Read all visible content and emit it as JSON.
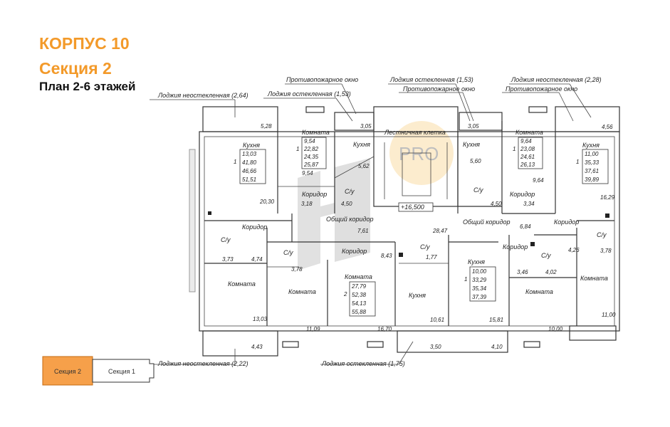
{
  "titles": {
    "building": "КОРПУС 10",
    "section": "Секция 2",
    "plan": "План 2-6 этажей"
  },
  "callouts": [
    "Лоджия неостекленная (2,64)",
    "Противопожарное окно",
    "Лоджия остекленная (1,53)",
    "Лоджия остекленная (1,53)",
    "Противопожарное окно",
    "Лоджия неостекленная (2,28)",
    "Противопожарное окно",
    "Лоджия неостекленная (2,22)",
    "Лоджия остекленная (1,75)"
  ],
  "rooms": {
    "kitchen": "Кухня",
    "room": "Комната",
    "bath": "С/у",
    "corridor": "Коридор",
    "common_corridor": "Общий коридор",
    "stair": "Лестничная клетка"
  },
  "level_mark": "+16,500",
  "areas": [
    "5,28",
    "3,05",
    "3,05",
    "4,56",
    "5,62",
    "9,54",
    "5,60",
    "9,64",
    "20,30",
    "4,50",
    "4,50",
    "3,18",
    "3,34",
    "16,29",
    "7,61",
    "28,47",
    "6,84",
    "3,73",
    "4,74",
    "8,43",
    "1,77",
    "4,26",
    "3,78",
    "3,78",
    "3,46",
    "4,02",
    "13,03",
    "11,09",
    "16,70",
    "10,61",
    "15,81",
    "10,00",
    "11,00",
    "4,43",
    "3,50",
    "4,10"
  ],
  "apt_tables": [
    {
      "n": "1",
      "v": [
        "13,03",
        "41,80",
        "46,66",
        "51,51"
      ]
    },
    {
      "n": "1",
      "v": [
        "9,54",
        "22,82",
        "24,35",
        "25,87"
      ]
    },
    {
      "n": "1",
      "v": [
        "9,64",
        "23,08",
        "24,61",
        "26,13"
      ]
    },
    {
      "n": "1",
      "v": [
        "11,00",
        "35,33",
        "37,61",
        "39,89"
      ]
    },
    {
      "n": "2",
      "v": [
        "27,79",
        "52,38",
        "54,13",
        "55,88"
      ]
    },
    {
      "n": "1",
      "v": [
        "10,00",
        "33,29",
        "35,34",
        "37,39"
      ]
    }
  ],
  "watermark": "PRO",
  "key_plan": {
    "active": "Секция 2",
    "other": "Секция 1"
  },
  "colors": {
    "accent": "#f39a2a",
    "active_section": "#f6a04a"
  }
}
